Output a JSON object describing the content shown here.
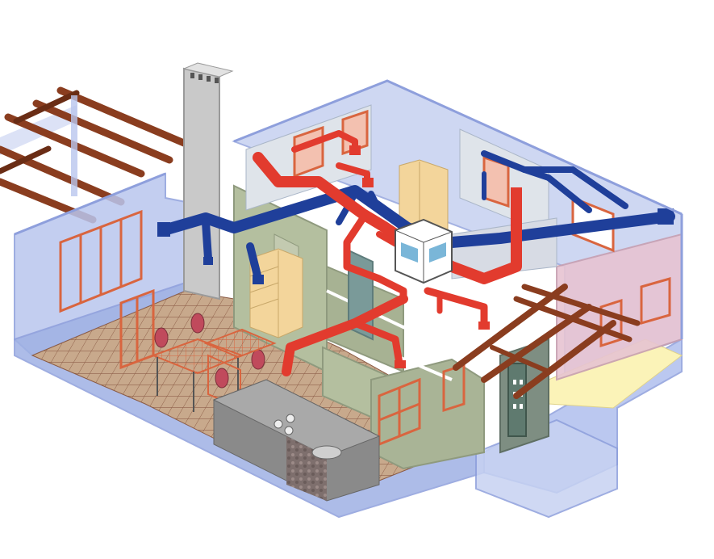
{
  "illustration": {
    "subject": "house-ventilation-ductwork-cutaway",
    "colors": {
      "background": "#ffffff",
      "glass_wall": "#b9c6ee",
      "glass_wall_edge": "#8e9fdc",
      "floor_tile": "#c8a98c",
      "floor_grid": "#8a5a44",
      "interior_wall": "#b4bf9f",
      "interior_wall_dark": "#8f9a7e",
      "supply_duct": "#e23b2e",
      "extract_duct": "#1f3f9a",
      "chimney": "#c9c9c9",
      "roof_beam": "#8a3d1f",
      "cabinet": "#f3d59b",
      "window_frame": "#d9653f",
      "yellow_floor": "#fbf3b8",
      "pink_wall": "#e7c4d2",
      "counter": "#8a8a8a"
    },
    "parts": [
      "chimney",
      "left-pergola",
      "right-roof-truss",
      "supply-ductwork",
      "extract-ductwork",
      "heat-recovery-unit",
      "kitchen-counter",
      "dining-table",
      "dining-chairs",
      "pantry-shelf",
      "wardrobe-cabinet",
      "glass-outer-walls",
      "tiled-floor"
    ]
  }
}
